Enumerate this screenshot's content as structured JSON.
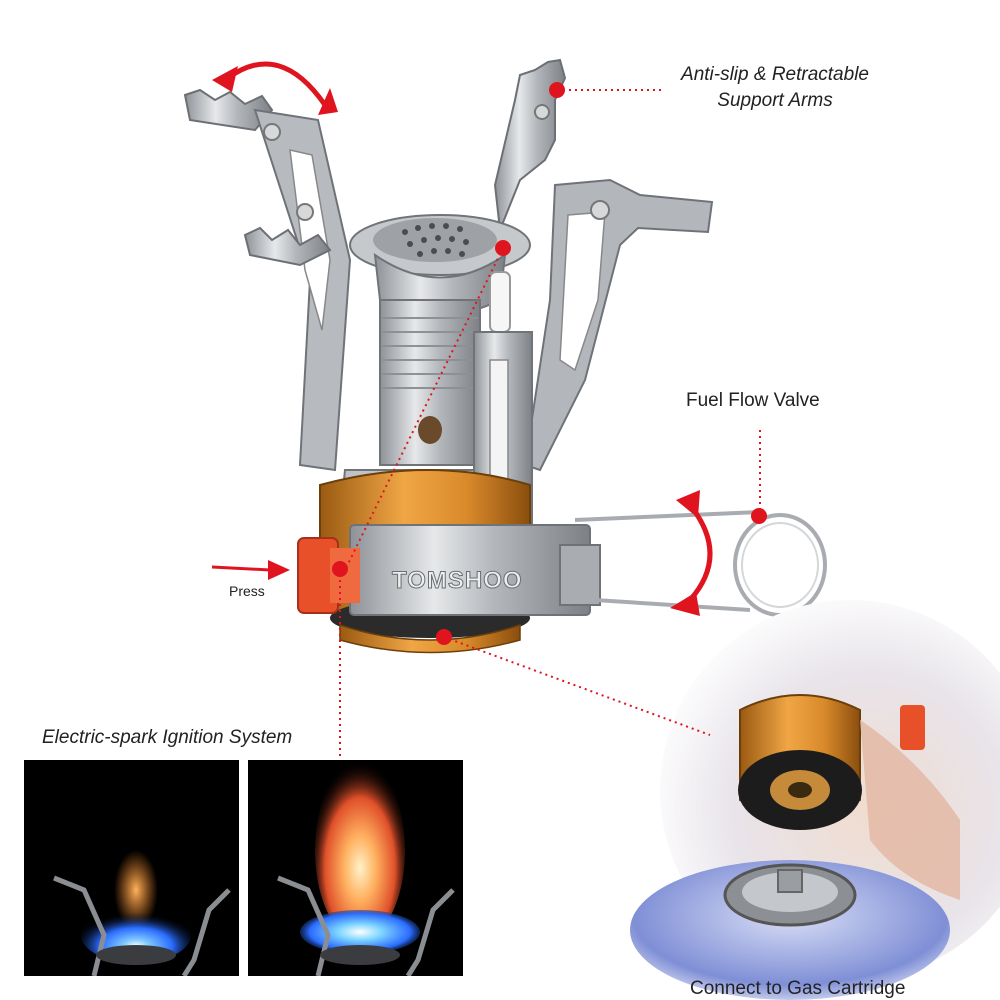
{
  "callouts": {
    "support_arms": [
      "Anti-slip & Retractable",
      "Support Arms"
    ],
    "fuel_valve": "Fuel Flow Valve",
    "press": "Press",
    "ignition": "Electric-spark Ignition System",
    "cartridge": "Connect to Gas Cartridge"
  },
  "brand": {
    "logo_text": "TOMSHOO"
  },
  "colors": {
    "accent_red": "#e0141e",
    "ignition_button": "#e8502a",
    "brass_orange": "#d98a2b",
    "steel": "#b8bcc0",
    "flame_blue": "#2a6cff",
    "flame_orange": "#ff8a2a"
  },
  "icons": [
    "rotate-arrow-icon",
    "press-arrow-icon",
    "callout-dot-icon"
  ]
}
